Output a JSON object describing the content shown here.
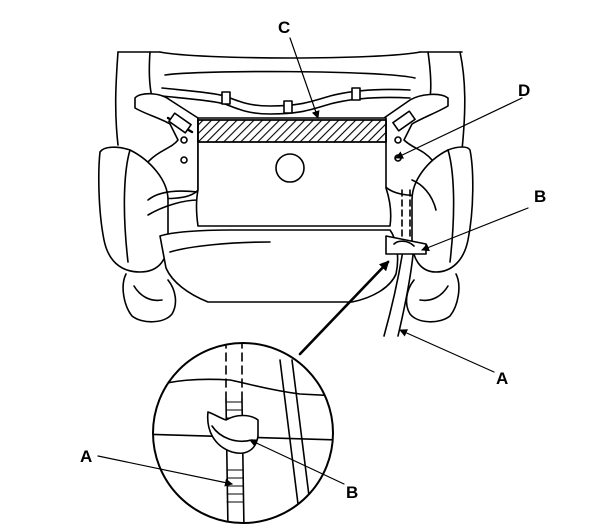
{
  "labels": {
    "c": "C",
    "d": "D",
    "b_upper": "B",
    "a_upper": "A",
    "a_lower": "A",
    "b_lower": "B"
  }
}
